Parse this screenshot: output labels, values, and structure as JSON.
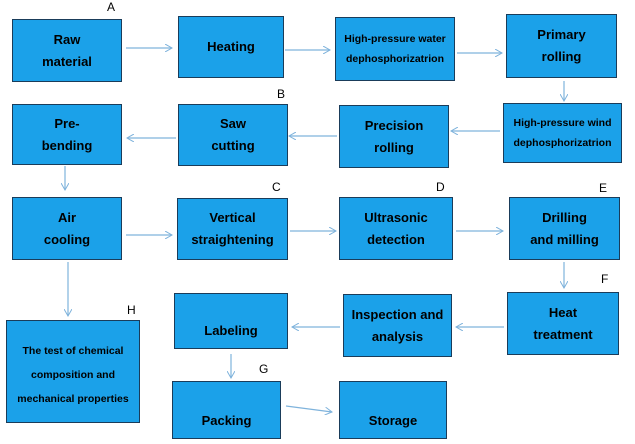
{
  "nodes": {
    "raw_material": {
      "lines": [
        "Raw",
        "material"
      ]
    },
    "heating": {
      "lines": [
        "Heating"
      ]
    },
    "hp_water": {
      "lines": [
        "High-pressure  water",
        "dephosphorizatrion"
      ]
    },
    "primary_rolling": {
      "lines": [
        "Primary",
        "rolling"
      ]
    },
    "hp_wind": {
      "lines": [
        "High-pressure wind",
        "dephosphorizatrion"
      ]
    },
    "precision_rolling": {
      "lines": [
        "Precision",
        "rolling"
      ]
    },
    "saw_cutting": {
      "lines": [
        "Saw",
        "cutting"
      ]
    },
    "pre_bending": {
      "lines": [
        "Pre-",
        "bending"
      ]
    },
    "air_cooling": {
      "lines": [
        "Air",
        "cooling"
      ]
    },
    "vertical_straightening": {
      "lines": [
        "Vertical",
        "straightening"
      ]
    },
    "ultrasonic_detection": {
      "lines": [
        "Ultrasonic",
        "detection"
      ]
    },
    "drilling_milling": {
      "lines": [
        "Drilling",
        "and milling"
      ]
    },
    "heat_treatment": {
      "lines": [
        "Heat",
        "treatment"
      ]
    },
    "inspection_analysis": {
      "lines": [
        "Inspection and",
        "analysis"
      ]
    },
    "labeling": {
      "lines": [
        "Labeling"
      ]
    },
    "packing": {
      "lines": [
        "Packing"
      ]
    },
    "storage": {
      "lines": [
        "Storage"
      ]
    },
    "test": {
      "lines": [
        "The test of chemical",
        "composition and",
        "mechanical properties"
      ]
    }
  },
  "tags": {
    "A": "A",
    "B": "B",
    "C": "C",
    "D": "D",
    "E": "E",
    "F": "F",
    "G": "G",
    "H": "H"
  },
  "colors": {
    "box_fill": "#1ba1e9",
    "box_border": "#1a3c5a",
    "arrow": "#7fb3dc"
  }
}
